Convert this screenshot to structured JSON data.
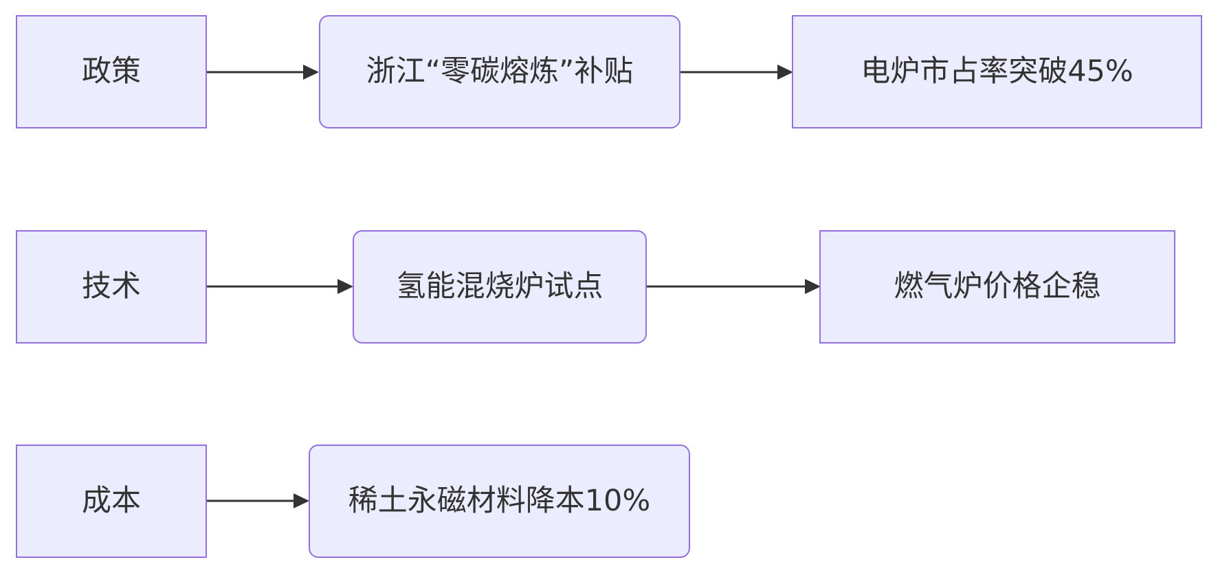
{
  "colors": {
    "node_fill": "#ececff",
    "node_border": "#9370db",
    "text": "#333333",
    "edge": "#333333"
  },
  "rows": [
    {
      "category": "政策",
      "step": "浙江“零碳熔炼”补贴",
      "outcome": "电炉市占率突破45%"
    },
    {
      "category": "技术",
      "step": "氢能混烧炉试点",
      "outcome": "燃气炉价格企稳"
    },
    {
      "category": "成本",
      "step": "稀土永磁材料降本10%"
    }
  ]
}
